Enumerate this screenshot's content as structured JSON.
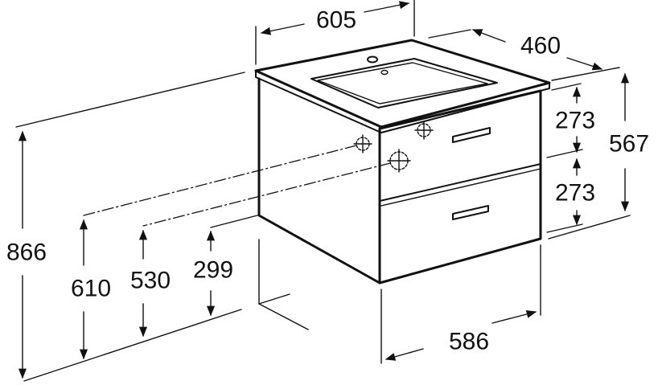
{
  "diagram": {
    "dimensions": {
      "top_width": "605",
      "depth": "460",
      "drawer_upper": "273",
      "drawer_lower": "273",
      "body_height": "567",
      "total_height": "866",
      "fixing_610": "610",
      "fixing_530": "530",
      "fixing_299": "299",
      "bottom_width": "586"
    }
  }
}
